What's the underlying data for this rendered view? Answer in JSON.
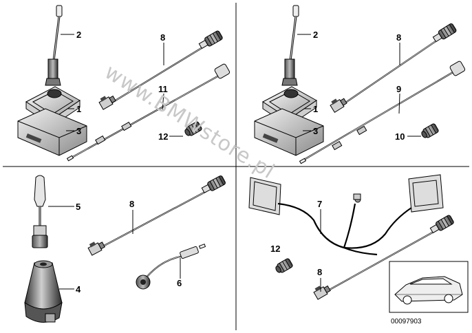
{
  "watermark": "www.BMWstore.pl",
  "diagram_code": "00097903",
  "callouts": {
    "tl": [
      "2",
      "8",
      "11",
      "1",
      "3",
      "12"
    ],
    "tr": [
      "2",
      "8",
      "9",
      "1",
      "3",
      "10"
    ],
    "bl": [
      "5",
      "8",
      "4",
      "6"
    ],
    "br": [
      "7",
      "12",
      "8"
    ]
  }
}
